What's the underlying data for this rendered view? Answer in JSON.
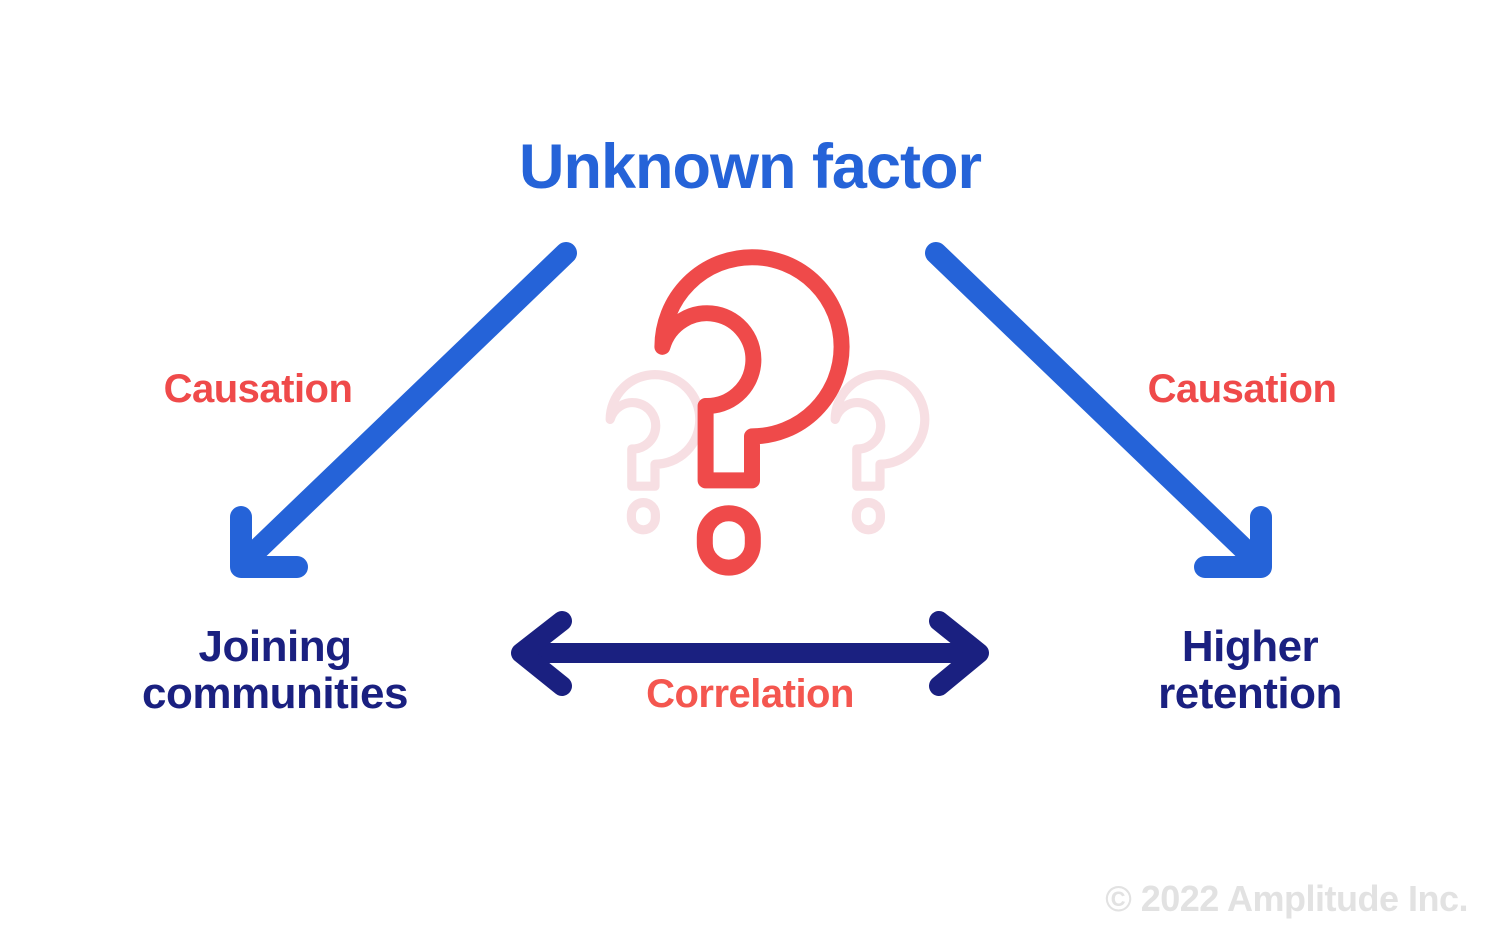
{
  "diagram": {
    "title": "Unknown factor",
    "background_color": "#ffffff",
    "nodes": {
      "top": "Unknown factor",
      "bottom_left": "Joining\ncommunities",
      "bottom_right": "Higher\nretention"
    },
    "edge_labels": {
      "left_causation": "Causation",
      "right_causation": "Causation",
      "correlation": "Correlation"
    },
    "colors": {
      "title_blue": "#2563d8",
      "arrow_blue": "#2563d8",
      "navy": "#1a2080",
      "coral_red": "#ef4a4a",
      "question_red": "#ef4a4a",
      "question_faded_pink": "#f7dfe3",
      "copyright_gray": "#e2e2e2"
    },
    "icons": {
      "center": "question-mark-icon",
      "center_left": "question-mark-faded-icon",
      "center_right": "question-mark-faded-icon",
      "left_edge": "arrow-down-left-icon",
      "right_edge": "arrow-down-right-icon",
      "bottom_edge": "double-headed-arrow-icon"
    }
  },
  "footer": {
    "copyright": "© 2022 Amplitude Inc."
  }
}
